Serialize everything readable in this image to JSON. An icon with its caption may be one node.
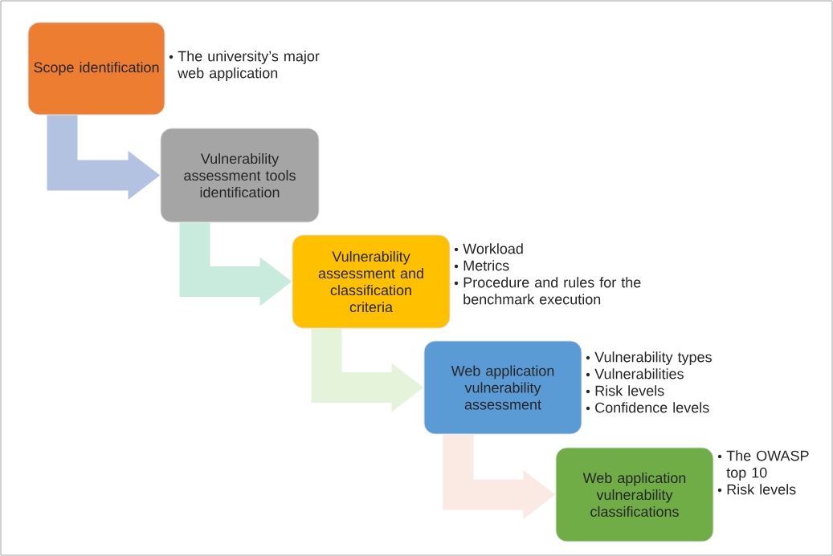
{
  "diagram": {
    "nodes": [
      {
        "text": [
          "Scope identification"
        ],
        "beside": [
          "The university’s major web application"
        ]
      },
      {
        "text": [
          "Vulnerability assessment tools identification"
        ]
      },
      {
        "text": [
          "Vulnerability assessment and classification criteria"
        ],
        "beside": [
          "Workload",
          "Metrics",
          "Procedure and rules for the benchmark execution"
        ]
      },
      {
        "text": [
          "Web application vulnerability assessment"
        ],
        "beside": [
          "Vulnerability types",
          "Vulnerabilities",
          "Risk levels",
          "Confidence levels"
        ]
      },
      {
        "text": [
          "Web application vulnerability classifications"
        ],
        "beside": [
          "The OWASP top 10",
          "Risk levels"
        ]
      }
    ],
    "edges": [
      {
        "from": 0,
        "to": 1,
        "arrow": "to",
        "color": "#b4c2e2"
      },
      {
        "from": 1,
        "to": 2,
        "arrow": "to",
        "color": "#c9ebdd"
      },
      {
        "from": 2,
        "to": 3,
        "arrow": "to",
        "color": "#e4f3d9"
      },
      {
        "from": 3,
        "to": 4,
        "arrow": "to",
        "color": "#fbe9e4"
      }
    ]
  }
}
